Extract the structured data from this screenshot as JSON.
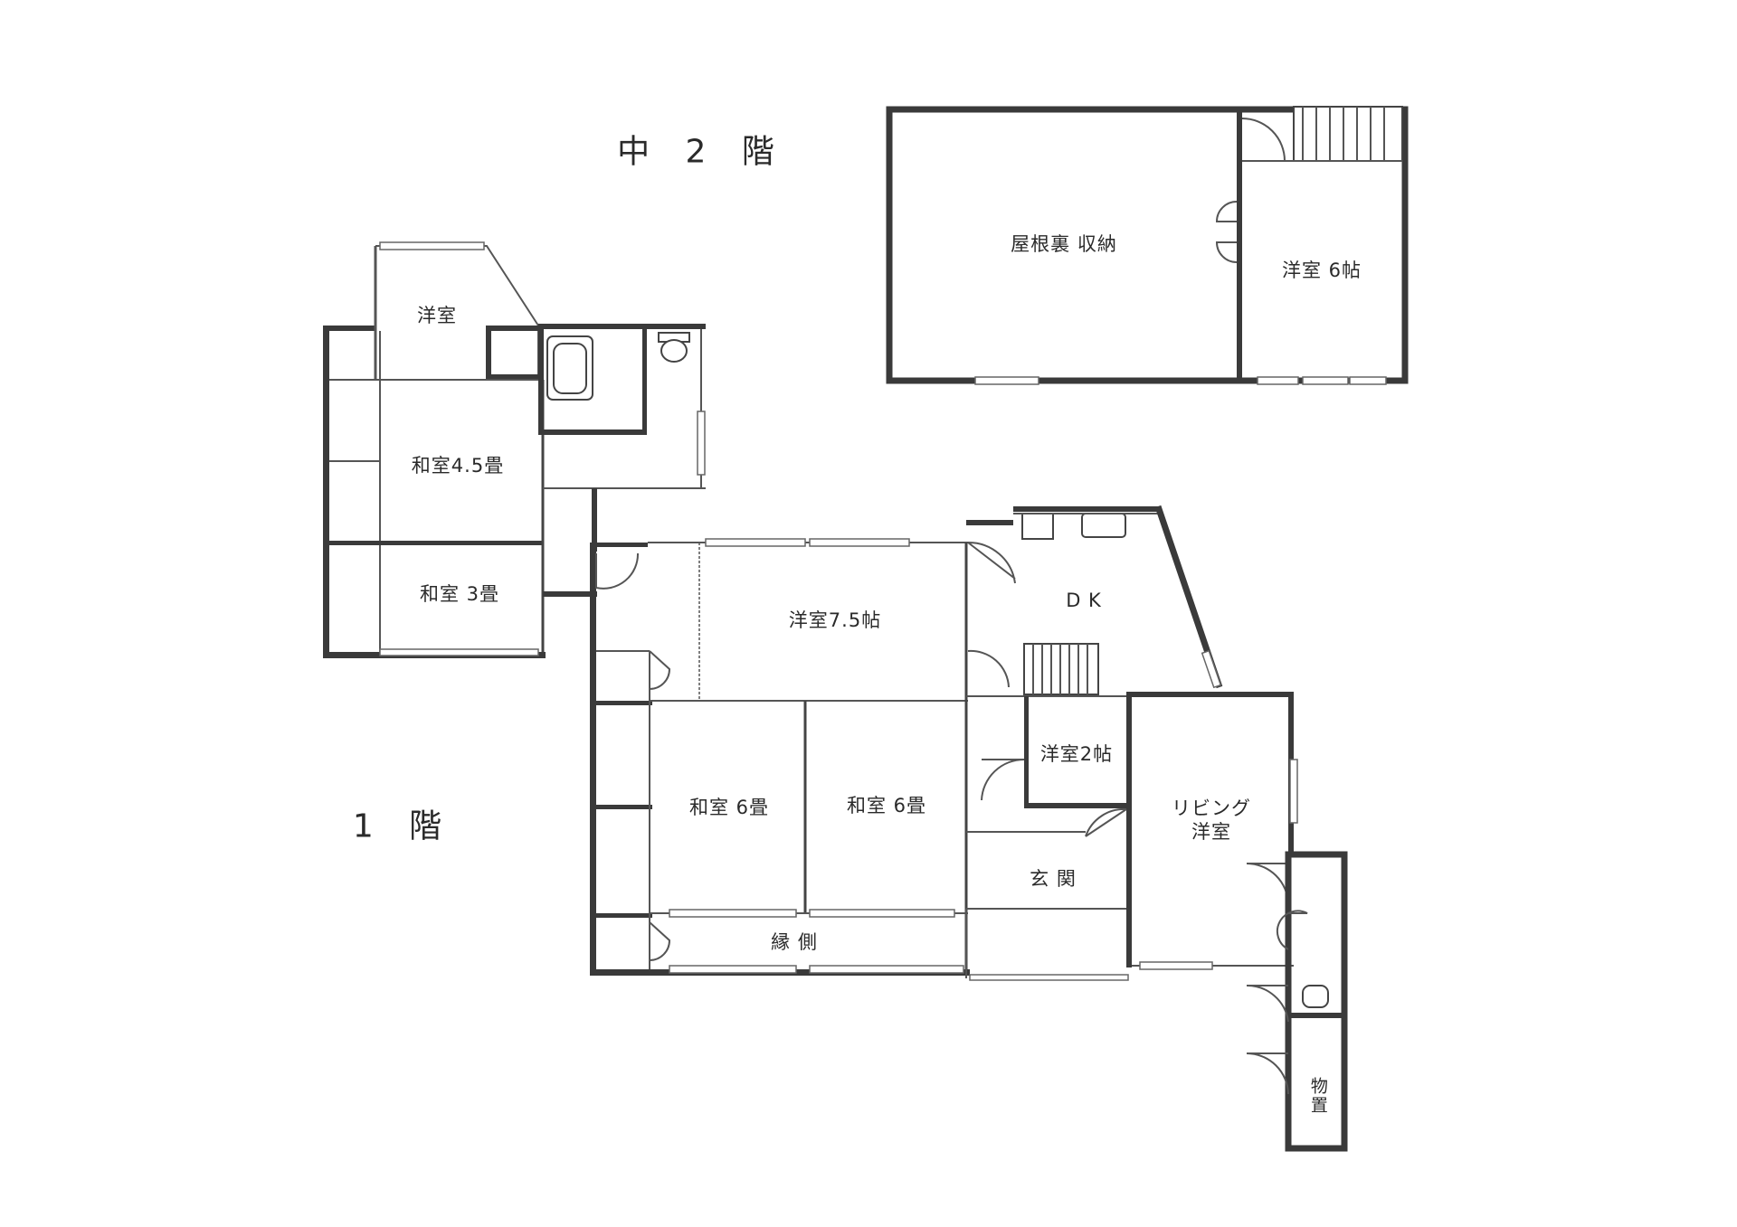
{
  "floors": {
    "mezzanine": "中 2 階",
    "first": "1 階"
  },
  "mezzanine_rooms": {
    "attic": "屋根裏 収納",
    "western6": "洋室 6帖"
  },
  "first_rooms": {
    "western_small": "洋室",
    "washitsu45": "和室4.5畳",
    "washitsu3": "和室 3畳",
    "western75": "洋室7.5帖",
    "dk": "D K",
    "washitsu6a": "和室 6畳",
    "washitsu6b": "和室 6畳",
    "western2": "洋室2帖",
    "living_line1": "リビング",
    "living_line2": "洋室",
    "entrance": "玄 関",
    "engawa": "縁 側",
    "storage": "物置"
  }
}
